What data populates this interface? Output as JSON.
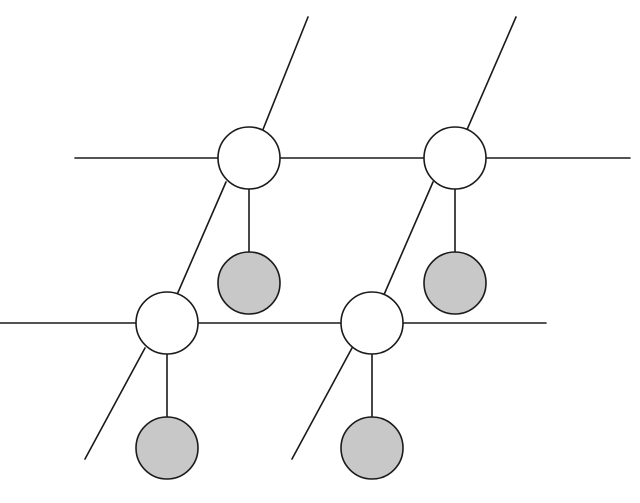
{
  "colors": {
    "background": "#ffffff",
    "line": "#1a1a1a",
    "hidden_node_fill": "#ffffff",
    "observed_node_fill": "#c8c8c8"
  },
  "graph": {
    "hidden_nodes": [
      {
        "id": "h11",
        "row": 1,
        "col": 1
      },
      {
        "id": "h12",
        "row": 1,
        "col": 2
      },
      {
        "id": "h21",
        "row": 2,
        "col": 1
      },
      {
        "id": "h22",
        "row": 2,
        "col": 2
      }
    ],
    "observed_nodes": [
      {
        "id": "o11",
        "parent": "h11"
      },
      {
        "id": "o12",
        "parent": "h12"
      },
      {
        "id": "o21",
        "parent": "h21"
      },
      {
        "id": "o22",
        "parent": "h22"
      }
    ],
    "edges": [
      {
        "from": "h11",
        "to": "h12"
      },
      {
        "from": "h21",
        "to": "h22"
      },
      {
        "from": "h11",
        "to": "h21"
      },
      {
        "from": "h12",
        "to": "h22"
      },
      {
        "from": "h11",
        "to": "o11"
      },
      {
        "from": "h12",
        "to": "o12"
      },
      {
        "from": "h21",
        "to": "o21"
      },
      {
        "from": "h22",
        "to": "o22"
      }
    ]
  }
}
